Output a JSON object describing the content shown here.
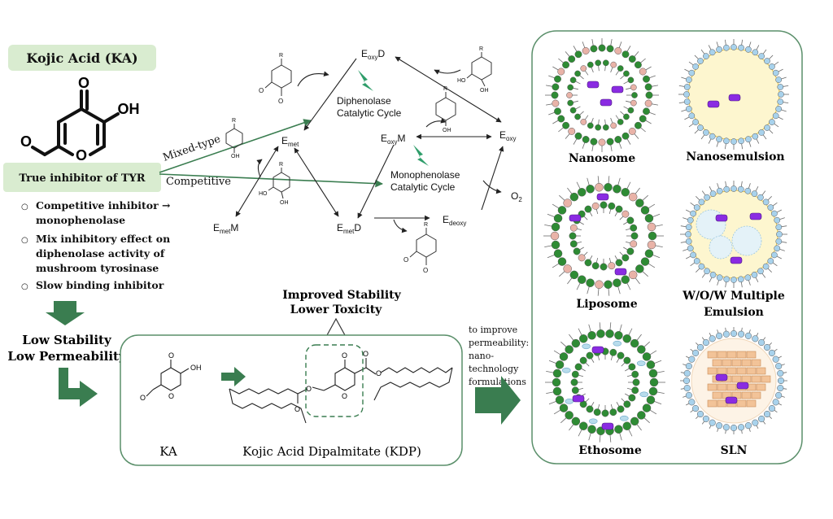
{
  "colors": {
    "dark_green": "#3a7d50",
    "light_green": "#d9ecd0",
    "panel_border": "#5a8f6a",
    "lipid_green": "#2e8b34",
    "lipid_pink": "#e9b3a8",
    "lipid_blue": "#a8d2ec",
    "drug_purple": "#8a2be2",
    "ethanol_blue": "#b8dcec",
    "emulsion_yellow": "#fdf6cf",
    "brick": "#f2c398"
  },
  "ka_panel": {
    "title": "Kojic Acid (KA)",
    "structure_labels": {
      "carbonyl": "O",
      "hydroxyl": "OH",
      "ring_o": "O",
      "side_o": "O"
    },
    "subtitle": "True inhibitor of TYR",
    "bullets": [
      "Competitive inhibitor → monophenolase",
      "Mix inhibitory effect on diphenolase activity of mushroom tyrosinase",
      "Slow binding inhibitor"
    ],
    "bullet_marker": "○"
  },
  "problem": {
    "line1": "Low Stability",
    "line2": "Low Permeability"
  },
  "mechanism": {
    "inhibition_types": {
      "mixed": "Mixed-type",
      "competitive": "Competitive"
    },
    "states": {
      "eoxyd": {
        "main": "E",
        "sub": "oxy",
        "tail": "D"
      },
      "emet": {
        "main": "E",
        "sub": "met",
        "tail": ""
      },
      "eoxym": {
        "main": "E",
        "sub": "oxy",
        "tail": "M"
      },
      "eoxy": {
        "main": "E",
        "sub": "oxy",
        "tail": ""
      },
      "emetm": {
        "main": "E",
        "sub": "met",
        "tail": "M"
      },
      "emetd": {
        "main": "E",
        "sub": "met",
        "tail": "D"
      },
      "edeoxy": {
        "main": "E",
        "sub": "deoxy",
        "tail": ""
      }
    },
    "cycle_labels": {
      "diphenolase_1": "Diphenolase",
      "diphenolase_2": "Catalytic Cycle",
      "monophenolase_1": "Monophenolase",
      "monophenolase_2": "Catalytic Cycle"
    },
    "oxygen": {
      "main": "O",
      "sub": "2"
    },
    "atom_labels": {
      "r": "R",
      "o": "O",
      "oh": "OH",
      "ho": "HO"
    }
  },
  "improvement": {
    "line1": "Improved Stability",
    "line2": "Lower Toxicity"
  },
  "kdp_box": {
    "ka_label": "KA",
    "kdp_label": "Kojic Acid Dipalmitate (KDP)",
    "atom_labels": {
      "o": "O",
      "oh": "OH"
    }
  },
  "permeability_note": [
    "to improve",
    "permeability:",
    "nano-",
    "technology",
    "formulations"
  ],
  "formulations": [
    {
      "name": "Nanosome"
    },
    {
      "name": "Nanosemulsion"
    },
    {
      "name": "Liposome"
    },
    {
      "name": "W/O/W Multiple",
      "name2": "Emulsion"
    },
    {
      "name": "Ethosome"
    },
    {
      "name": "SLN"
    }
  ]
}
